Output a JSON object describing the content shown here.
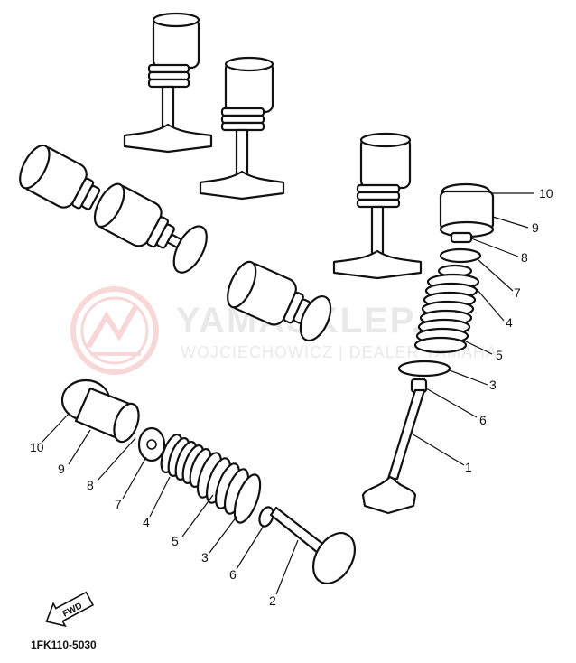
{
  "watermark": {
    "title": "YAMASKLEP.PL",
    "subtitle": "WOJCIECHOWICZ | DEALER YAMAHA",
    "logo_color": "#f2b8b8",
    "text_color": "#e9e9e9"
  },
  "diagram_code": "1FK110-5030",
  "fwd_label": "FWD",
  "callouts": {
    "right_10": "10",
    "right_9": "9",
    "right_8": "8",
    "right_7": "7",
    "right_4": "4",
    "right_5": "5",
    "right_3": "3",
    "right_6": "6",
    "right_1": "1",
    "left_10": "10",
    "left_9": "9",
    "left_8": "8",
    "left_7": "7",
    "left_4": "4",
    "left_5": "5",
    "left_3": "3",
    "left_6": "6",
    "left_2": "2"
  }
}
